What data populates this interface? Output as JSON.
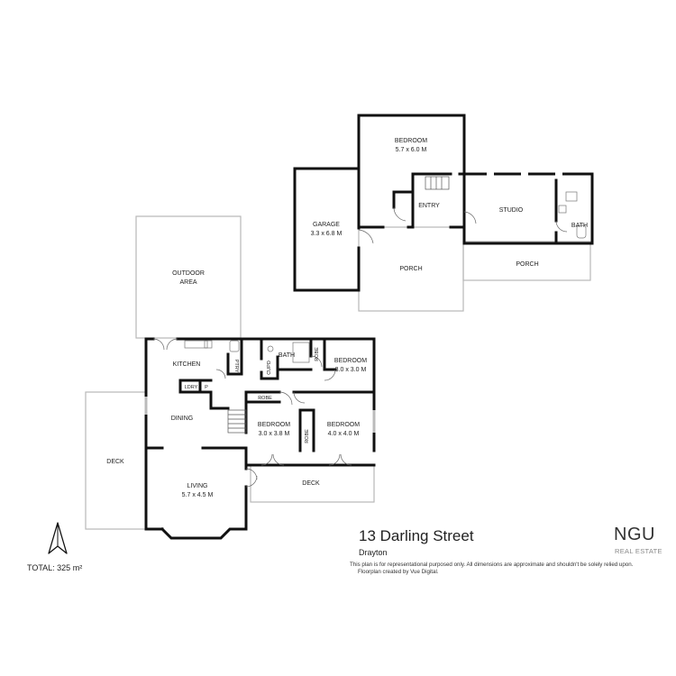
{
  "floorplan": {
    "rooms": {
      "bedroom_upper": {
        "name": "BEDROOM",
        "size": "5.7 x 6.0 M"
      },
      "garage": {
        "name": "GARAGE",
        "size": "3.3 x 6.8 M"
      },
      "entry": {
        "name": "ENTRY"
      },
      "studio": {
        "name": "STUDIO"
      },
      "bath_studio": {
        "name": "BATH"
      },
      "porch_1": {
        "name": "PORCH"
      },
      "porch_2": {
        "name": "PORCH"
      },
      "outdoor": {
        "name": "OUTDOOR",
        "name2": "AREA"
      },
      "kitchen": {
        "name": "KITCHEN"
      },
      "ptry": {
        "name": "PTRY"
      },
      "ldry": {
        "name": "LDRY"
      },
      "p": {
        "name": "P"
      },
      "bath_main": {
        "name": "BATH"
      },
      "cupd": {
        "name": "CUPD"
      },
      "robe_1": {
        "name": "ROBE"
      },
      "robe_2": {
        "name": "ROBE"
      },
      "robe_3": {
        "name": "ROBE"
      },
      "bedroom_a": {
        "name": "BEDROOM",
        "size": "3.0 x 3.0 M"
      },
      "bedroom_b": {
        "name": "BEDROOM",
        "size": "3.0 x 3.8 M"
      },
      "bedroom_c": {
        "name": "BEDROOM",
        "size": "4.0 x 4.0 M"
      },
      "dining": {
        "name": "DINING"
      },
      "living": {
        "name": "LIVING",
        "size": "5.7 x 4.5 M"
      },
      "deck_left": {
        "name": "DECK"
      },
      "deck_bottom": {
        "name": "DECK"
      }
    }
  },
  "property": {
    "address": "13 Darling Street",
    "suburb": "Drayton",
    "disclaimer_line1": "This plan is for representational purposed only. All dimensions are approximate and shouldn't be solely relied upon.",
    "disclaimer_line2": "Floorplan created by Vue Digital."
  },
  "agency": {
    "name": "NGU",
    "subtitle": "REAL ESTATE"
  },
  "total_area": "TOTAL: 325 m²",
  "compass": {
    "icon": "north-arrow-icon"
  },
  "colors": {
    "wall": "#111111",
    "outline": "#b5b5b5",
    "text": "#222222"
  }
}
